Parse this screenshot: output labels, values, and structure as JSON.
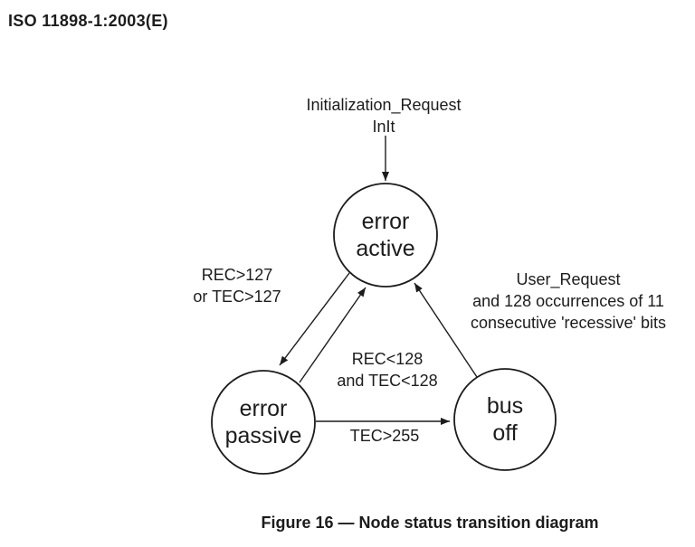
{
  "page": {
    "header": "ISO 11898-1:2003(E)",
    "caption": "Figure 16 — Node status transition diagram"
  },
  "colors": {
    "ink": "#1c1c1c",
    "paper": "#ffffff"
  },
  "diagram": {
    "type": "state-transition",
    "nodes": {
      "error_active": {
        "line1": "error",
        "line2": "active"
      },
      "error_passive": {
        "line1": "error",
        "line2": "passive"
      },
      "bus_off": {
        "line1": "bus",
        "line2": "off"
      }
    },
    "transitions": {
      "init": {
        "from": "external",
        "to": "error active",
        "line1": "Initialization_Request",
        "line2": "InIt"
      },
      "active_to_passive": {
        "from": "error active",
        "to": "error passive",
        "line1": "REC>127",
        "line2": "or TEC>127"
      },
      "passive_to_active": {
        "from": "error passive",
        "to": "error active",
        "line1": "REC<128",
        "line2": "and TEC<128"
      },
      "bus_off_to_active": {
        "from": "bus off",
        "to": "error active",
        "line1": "User_Request",
        "line2": "and 128 occurrences of 11",
        "line3": "consecutive 'recessive' bits"
      },
      "passive_to_bus_off": {
        "from": "error passive",
        "to": "bus off",
        "line1": "TEC>255"
      }
    }
  }
}
